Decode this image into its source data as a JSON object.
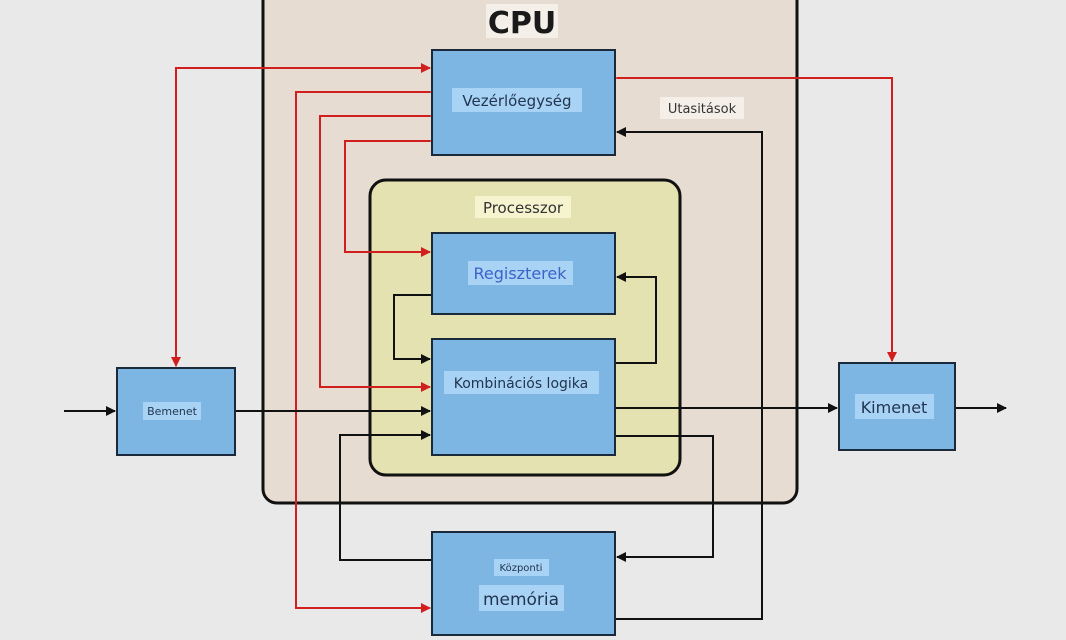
{
  "diagram": {
    "title": "CPU",
    "processor_label": "Processzor",
    "instructions_label": "Utasitások",
    "blocks": {
      "control_unit": "Vezérlőegység",
      "registers": "Regiszterek",
      "combinational_logic": "Kombinációs logika",
      "input": "Bemenet",
      "output": "Kimenet",
      "memory_line1": "Központi",
      "memory_line2": "memória"
    },
    "colors": {
      "background": "#e9e9e9",
      "cpu_fill": "#e6dcd1",
      "processor_fill": "#e4e2b0",
      "block_fill": "#7db6e2",
      "label_highlight": "#a9d3f5",
      "control_arrow": "#d11f1f",
      "data_arrow": "#111111",
      "registers_text": "#3b63c9",
      "block_text": "#223550"
    }
  }
}
